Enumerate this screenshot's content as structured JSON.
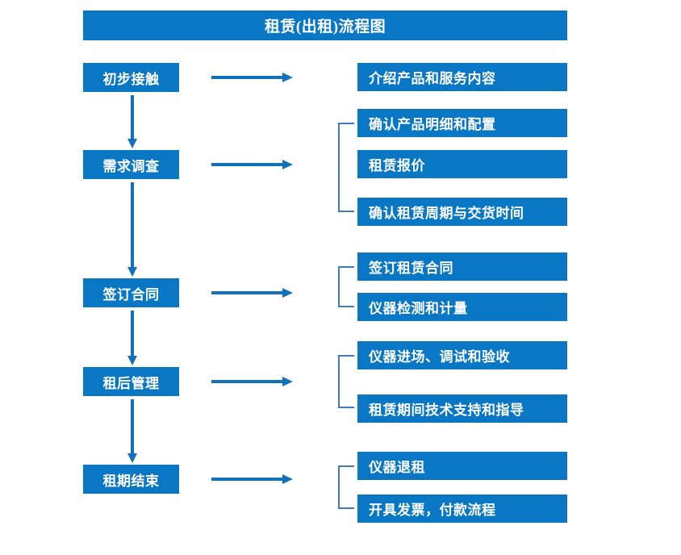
{
  "title": "租赁(出租)流程图",
  "accent_color": "#0a77c5",
  "arrow_color": "#1271b8",
  "bracket_color": "#3f7cb8",
  "text_color": "#ffffff",
  "stages": [
    {
      "label": "初步接触"
    },
    {
      "label": "需求调查"
    },
    {
      "label": "签订合同"
    },
    {
      "label": "租后管理"
    },
    {
      "label": "租期结束"
    }
  ],
  "details": [
    {
      "label": "介绍产品和服务内容"
    },
    {
      "label": "确认产品明细和配置"
    },
    {
      "label": "租赁报价"
    },
    {
      "label": "确认租赁周期与交货时间"
    },
    {
      "label": "签订租赁合同"
    },
    {
      "label": "仪器检测和计量"
    },
    {
      "label": "仪器进场、调试和验收"
    },
    {
      "label": "租赁期间技术支持和指导"
    },
    {
      "label": "仪器退租"
    },
    {
      "label": "开具发票，付款流程"
    }
  ],
  "chart_data": {
    "type": "diagram",
    "title": "租赁(出租)流程图",
    "orientation": "vertical-flow-with-side-details",
    "nodes": [
      {
        "stage": "初步接触",
        "details": [
          "介绍产品和服务内容"
        ]
      },
      {
        "stage": "需求调查",
        "details": [
          "确认产品明细和配置",
          "租赁报价",
          "确认租赁周期与交货时间"
        ]
      },
      {
        "stage": "签订合同",
        "details": [
          "签订租赁合同",
          "仪器检测和计量"
        ]
      },
      {
        "stage": "租后管理",
        "details": [
          "仪器进场、调试和验收",
          "租赁期间技术支持和指导"
        ]
      },
      {
        "stage": "租期结束",
        "details": [
          "仪器退租",
          "开具发票，付款流程"
        ]
      }
    ]
  }
}
